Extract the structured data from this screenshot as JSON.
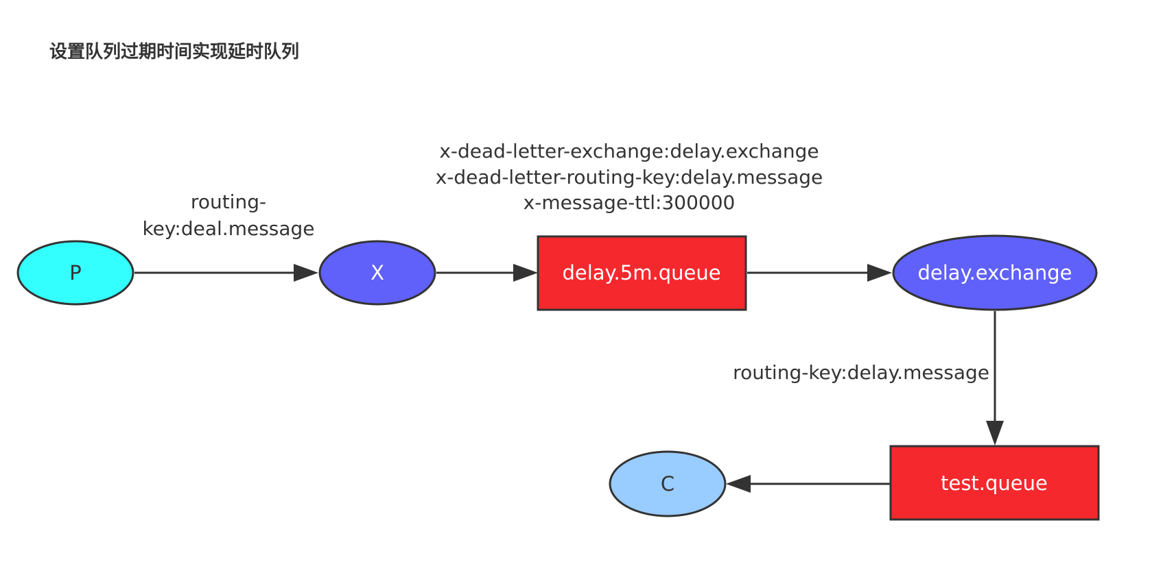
{
  "title": "设置队列过期时间实现延时队列",
  "colors": {
    "producer": "#33ffff",
    "exchange": "#6060fa",
    "queue": "#f5282d",
    "consumer": "#99ccff",
    "outline": "#333333"
  },
  "nodes": {
    "producer": "P",
    "exchange_x": "X",
    "delay_queue": "delay.5m.queue",
    "delay_exchange": "delay.exchange",
    "test_queue": "test.queue",
    "consumer": "C"
  },
  "edge_labels": {
    "p_to_x_line1": "routing-",
    "p_to_x_line2": "key:deal.message",
    "queue_args_line1": "x-dead-letter-exchange:delay.exchange",
    "queue_args_line2": "x-dead-letter-routing-key:delay.message",
    "queue_args_line3": "x-message-ttl:300000",
    "exchange_to_queue": "routing-key:delay.message"
  }
}
